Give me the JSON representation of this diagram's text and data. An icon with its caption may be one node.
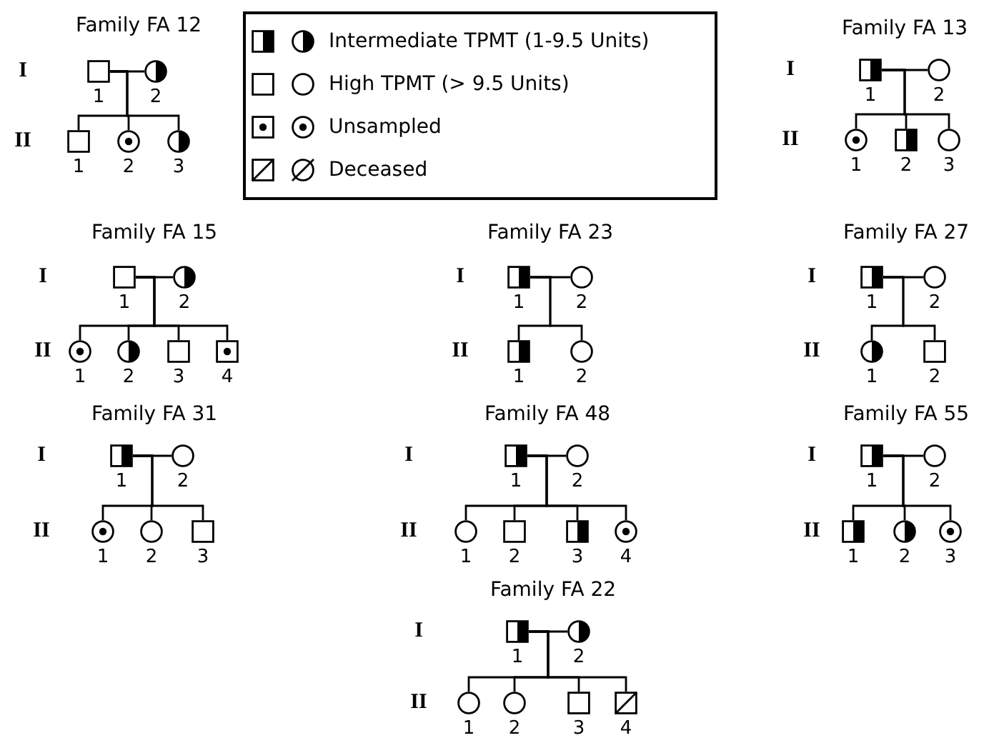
{
  "diagram": {
    "nodes": [
      {
        "text": [],
        "shape": "box",
        "beside": [
          "1"
        ]
      },
      {
        "text": [],
        "shape": "circle",
        "beside": [
          "2"
        ]
      },
      {
        "text": [],
        "shape": "box",
        "beside": [
          "1"
        ]
      },
      {
        "text": [],
        "shape": "circle",
        "beside": [
          "2"
        ]
      },
      {
        "text": [],
        "shape": "circle",
        "beside": [
          "3"
        ]
      },
      {
        "text": [],
        "shape": "box",
        "beside": [
          "1"
        ]
      },
      {
        "text": [],
        "shape": "circle",
        "beside": [
          "2"
        ]
      },
      {
        "text": [],
        "shape": "circle",
        "beside": [
          "1"
        ]
      },
      {
        "text": [],
        "shape": "box",
        "beside": [
          "2"
        ]
      },
      {
        "text": [],
        "shape": "circle",
        "beside": [
          "3"
        ]
      },
      {
        "text": [],
        "shape": "box",
        "beside": [
          "1"
        ]
      },
      {
        "text": [],
        "shape": "circle",
        "beside": [
          "2"
        ]
      },
      {
        "text": [],
        "shape": "circle",
        "beside": [
          "1"
        ]
      },
      {
        "text": [],
        "shape": "circle",
        "beside": [
          "2"
        ]
      },
      {
        "text": [],
        "shape": "box",
        "beside": [
          "3"
        ]
      },
      {
        "text": [],
        "shape": "box",
        "beside": [
          "4"
        ]
      },
      {
        "text": [],
        "shape": "box",
        "beside": [
          "1"
        ]
      },
      {
        "text": [],
        "shape": "circle",
        "beside": [
          "2"
        ]
      },
      {
        "text": [],
        "shape": "box",
        "beside": [
          "1"
        ]
      },
      {
        "text": [],
        "shape": "circle",
        "beside": [
          "2"
        ]
      },
      {
        "text": [],
        "shape": "box",
        "beside": [
          "1"
        ]
      },
      {
        "text": [],
        "shape": "circle",
        "beside": [
          "2"
        ]
      },
      {
        "text": [],
        "shape": "circle",
        "beside": [
          "1"
        ]
      },
      {
        "text": [],
        "shape": "box",
        "beside": [
          "2"
        ]
      },
      {
        "text": [],
        "shape": "box",
        "beside": [
          "1"
        ]
      },
      {
        "text": [],
        "shape": "circle",
        "beside": [
          "2"
        ]
      },
      {
        "text": [],
        "shape": "circle",
        "beside": [
          "1"
        ]
      },
      {
        "text": [],
        "shape": "circle",
        "beside": [
          "2"
        ]
      },
      {
        "text": [],
        "shape": "box",
        "beside": [
          "3"
        ]
      },
      {
        "text": [],
        "shape": "box",
        "beside": [
          "1"
        ]
      },
      {
        "text": [],
        "shape": "circle",
        "beside": [
          "2"
        ]
      },
      {
        "text": [],
        "shape": "circle",
        "beside": [
          "1"
        ]
      },
      {
        "text": [],
        "shape": "box",
        "beside": [
          "2"
        ]
      },
      {
        "text": [],
        "shape": "box",
        "beside": [
          "3"
        ]
      },
      {
        "text": [],
        "shape": "circle",
        "beside": [
          "4"
        ]
      },
      {
        "text": [],
        "shape": "box",
        "beside": [
          "1"
        ]
      },
      {
        "text": [],
        "shape": "circle",
        "beside": [
          "2"
        ]
      },
      {
        "text": [],
        "shape": "box",
        "beside": [
          "1"
        ]
      },
      {
        "text": [],
        "shape": "circle",
        "beside": [
          "2"
        ]
      },
      {
        "text": [],
        "shape": "circle",
        "beside": [
          "3"
        ]
      },
      {
        "text": [],
        "shape": "box",
        "beside": [
          "1"
        ]
      },
      {
        "text": [],
        "shape": "circle",
        "beside": [
          "2"
        ]
      },
      {
        "text": [],
        "shape": "circle",
        "beside": [
          "1"
        ]
      },
      {
        "text": [],
        "shape": "circle",
        "beside": [
          "2"
        ]
      },
      {
        "text": [],
        "shape": "box",
        "beside": [
          "3"
        ]
      },
      {
        "text": [],
        "shape": "box",
        "beside": [
          "4"
        ]
      }
    ],
    "edges": [
      {
        "from": 0,
        "to": 1,
        "arrow": "none"
      },
      {
        "from": 0,
        "to": 2,
        "arrow": "none"
      },
      {
        "from": 0,
        "to": 3,
        "arrow": "none"
      },
      {
        "from": 0,
        "to": 4,
        "arrow": "none"
      },
      {
        "from": 5,
        "to": 6,
        "arrow": "none"
      },
      {
        "from": 5,
        "to": 7,
        "arrow": "none"
      },
      {
        "from": 5,
        "to": 8,
        "arrow": "none"
      },
      {
        "from": 5,
        "to": 9,
        "arrow": "none"
      },
      {
        "from": 10,
        "to": 11,
        "arrow": "none"
      },
      {
        "from": 10,
        "to": 12,
        "arrow": "none"
      },
      {
        "from": 10,
        "to": 13,
        "arrow": "none"
      },
      {
        "from": 10,
        "to": 14,
        "arrow": "none"
      },
      {
        "from": 10,
        "to": 15,
        "arrow": "none"
      },
      {
        "from": 16,
        "to": 17,
        "arrow": "none"
      },
      {
        "from": 16,
        "to": 18,
        "arrow": "none"
      },
      {
        "from": 16,
        "to": 19,
        "arrow": "none"
      },
      {
        "from": 20,
        "to": 21,
        "arrow": "none"
      },
      {
        "from": 20,
        "to": 22,
        "arrow": "none"
      },
      {
        "from": 20,
        "to": 23,
        "arrow": "none"
      },
      {
        "from": 24,
        "to": 25,
        "arrow": "none"
      },
      {
        "from": 24,
        "to": 26,
        "arrow": "none"
      },
      {
        "from": 24,
        "to": 27,
        "arrow": "none"
      },
      {
        "from": 24,
        "to": 28,
        "arrow": "none"
      },
      {
        "from": 29,
        "to": 30,
        "arrow": "none"
      },
      {
        "from": 29,
        "to": 31,
        "arrow": "none"
      },
      {
        "from": 29,
        "to": 32,
        "arrow": "none"
      },
      {
        "from": 29,
        "to": 33,
        "arrow": "none"
      },
      {
        "from": 29,
        "to": 34,
        "arrow": "none"
      },
      {
        "from": 35,
        "to": 36,
        "arrow": "none"
      },
      {
        "from": 35,
        "to": 37,
        "arrow": "none"
      },
      {
        "from": 35,
        "to": 38,
        "arrow": "none"
      },
      {
        "from": 35,
        "to": 39,
        "arrow": "none"
      },
      {
        "from": 40,
        "to": 41,
        "arrow": "none"
      },
      {
        "from": 40,
        "to": 42,
        "arrow": "none"
      },
      {
        "from": 40,
        "to": 43,
        "arrow": "none"
      },
      {
        "from": 40,
        "to": 44,
        "arrow": "none"
      },
      {
        "from": 40,
        "to": 45,
        "arrow": "none"
      }
    ],
    "labels": [
      "Family FA 12",
      "I",
      "II",
      "Family FA 13",
      "I",
      "II",
      "Family FA 15",
      "I",
      "II",
      "Family FA 23",
      "I",
      "II",
      "Family FA 27",
      "I",
      "II",
      "Family FA 31",
      "I",
      "II",
      "Family FA 48",
      "I",
      "II",
      "Family FA 55",
      "I",
      "II",
      "Family FA 22",
      "I",
      "II"
    ],
    "legend": [
      {
        "text": "Intermediate TPMT (1-9.5 Units)"
      },
      {
        "text": "High TPMT (> 9.5 Units)"
      },
      {
        "text": "Unsampled"
      },
      {
        "text": "Deceased"
      }
    ]
  }
}
